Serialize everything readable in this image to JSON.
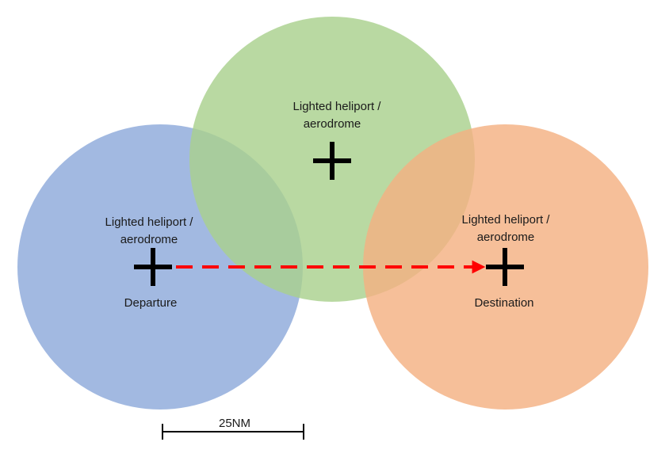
{
  "diagram": {
    "circles": [
      {
        "id": "departure",
        "color": "#8eaadb",
        "lines": [
          "Lighted heliport /",
          "aerodrome"
        ],
        "caption": "Departure"
      },
      {
        "id": "midpoint",
        "color": "#a9d18e",
        "lines": [
          "Lighted heliport /",
          "aerodrome"
        ],
        "caption": ""
      },
      {
        "id": "destination",
        "color": "#f4b183",
        "lines": [
          "Lighted heliport /",
          "aerodrome"
        ],
        "caption": "Destination"
      }
    ],
    "route_color": "#ff0000",
    "scale_label": "25NM",
    "colors": {
      "marker": "#000000",
      "text": "#1a1a1a"
    }
  }
}
